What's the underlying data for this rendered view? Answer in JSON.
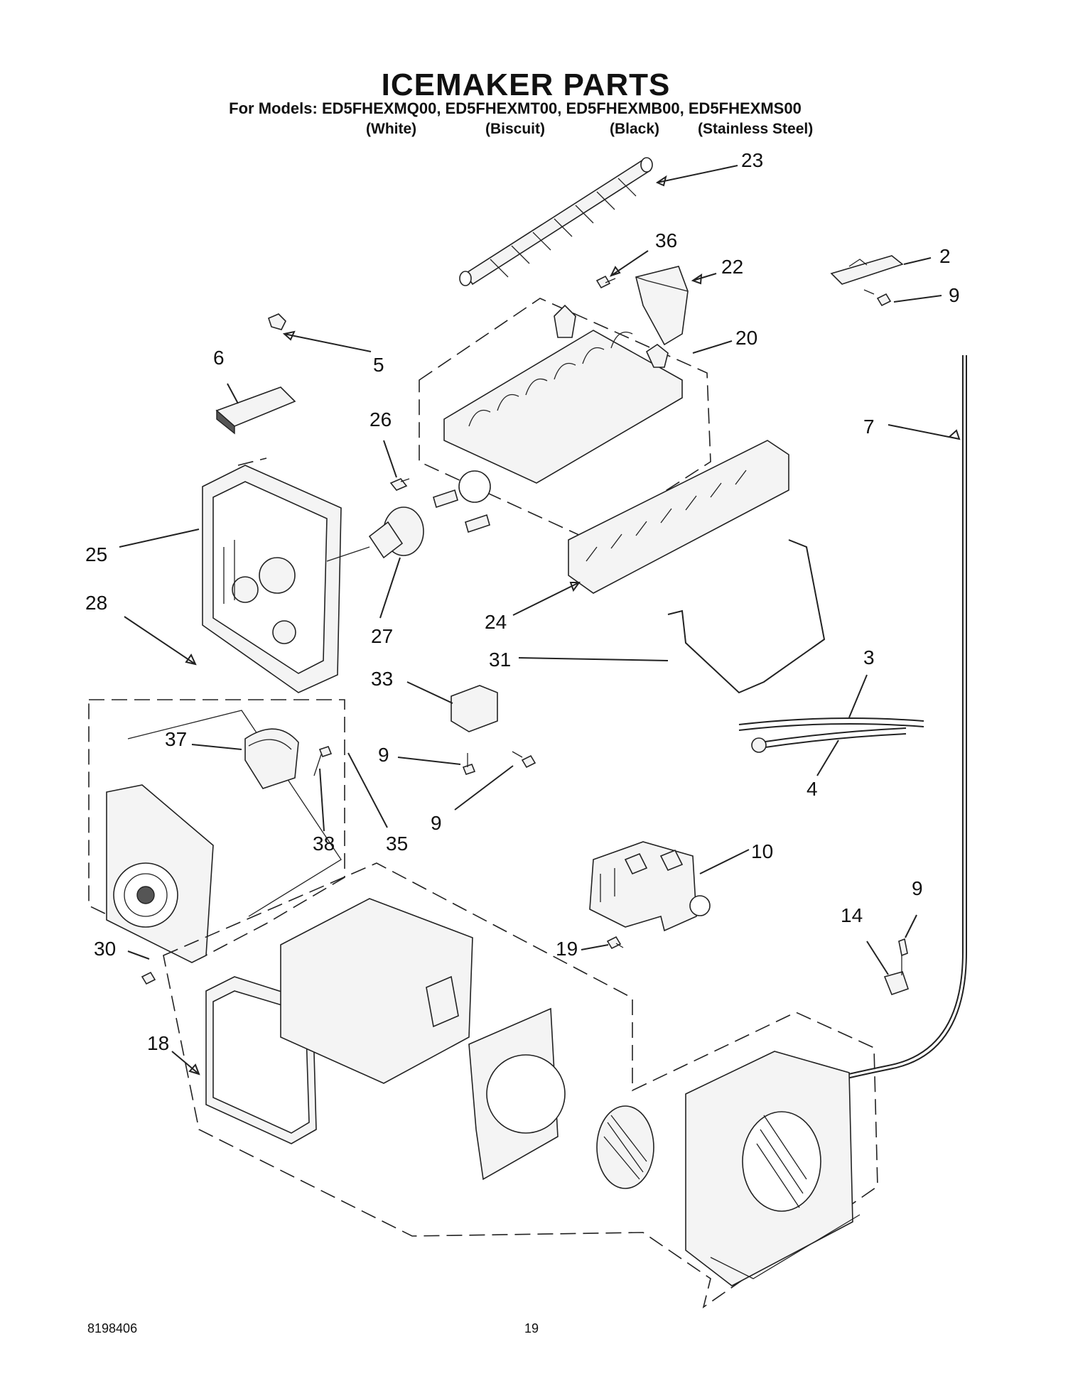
{
  "title": "ICEMAKER PARTS",
  "models_line": "For Models: ED5FHEXMQ00, ED5FHEXMT00, ED5FHEXMB00, ED5FHEXMS00",
  "colors": [
    "(White)",
    "(Biscuit)",
    "(Black)",
    "(Stainless Steel)"
  ],
  "callouts": {
    "c23": "23",
    "c36": "36",
    "c22": "22",
    "c2": "2",
    "c9a": "9",
    "c5": "5",
    "c20": "20",
    "c6": "6",
    "c26": "26",
    "c7": "7",
    "c25": "25",
    "c28": "28",
    "c27": "27",
    "c24": "24",
    "c31": "31",
    "c3": "3",
    "c33": "33",
    "c37": "37",
    "c9b": "9",
    "c9c": "9",
    "c4": "4",
    "c38": "38",
    "c35": "35",
    "c10": "10",
    "c9d": "9",
    "c14": "14",
    "c30": "30",
    "c19": "19",
    "c18": "18"
  },
  "footer": {
    "doc_number": "8198406",
    "page_number": "19"
  }
}
